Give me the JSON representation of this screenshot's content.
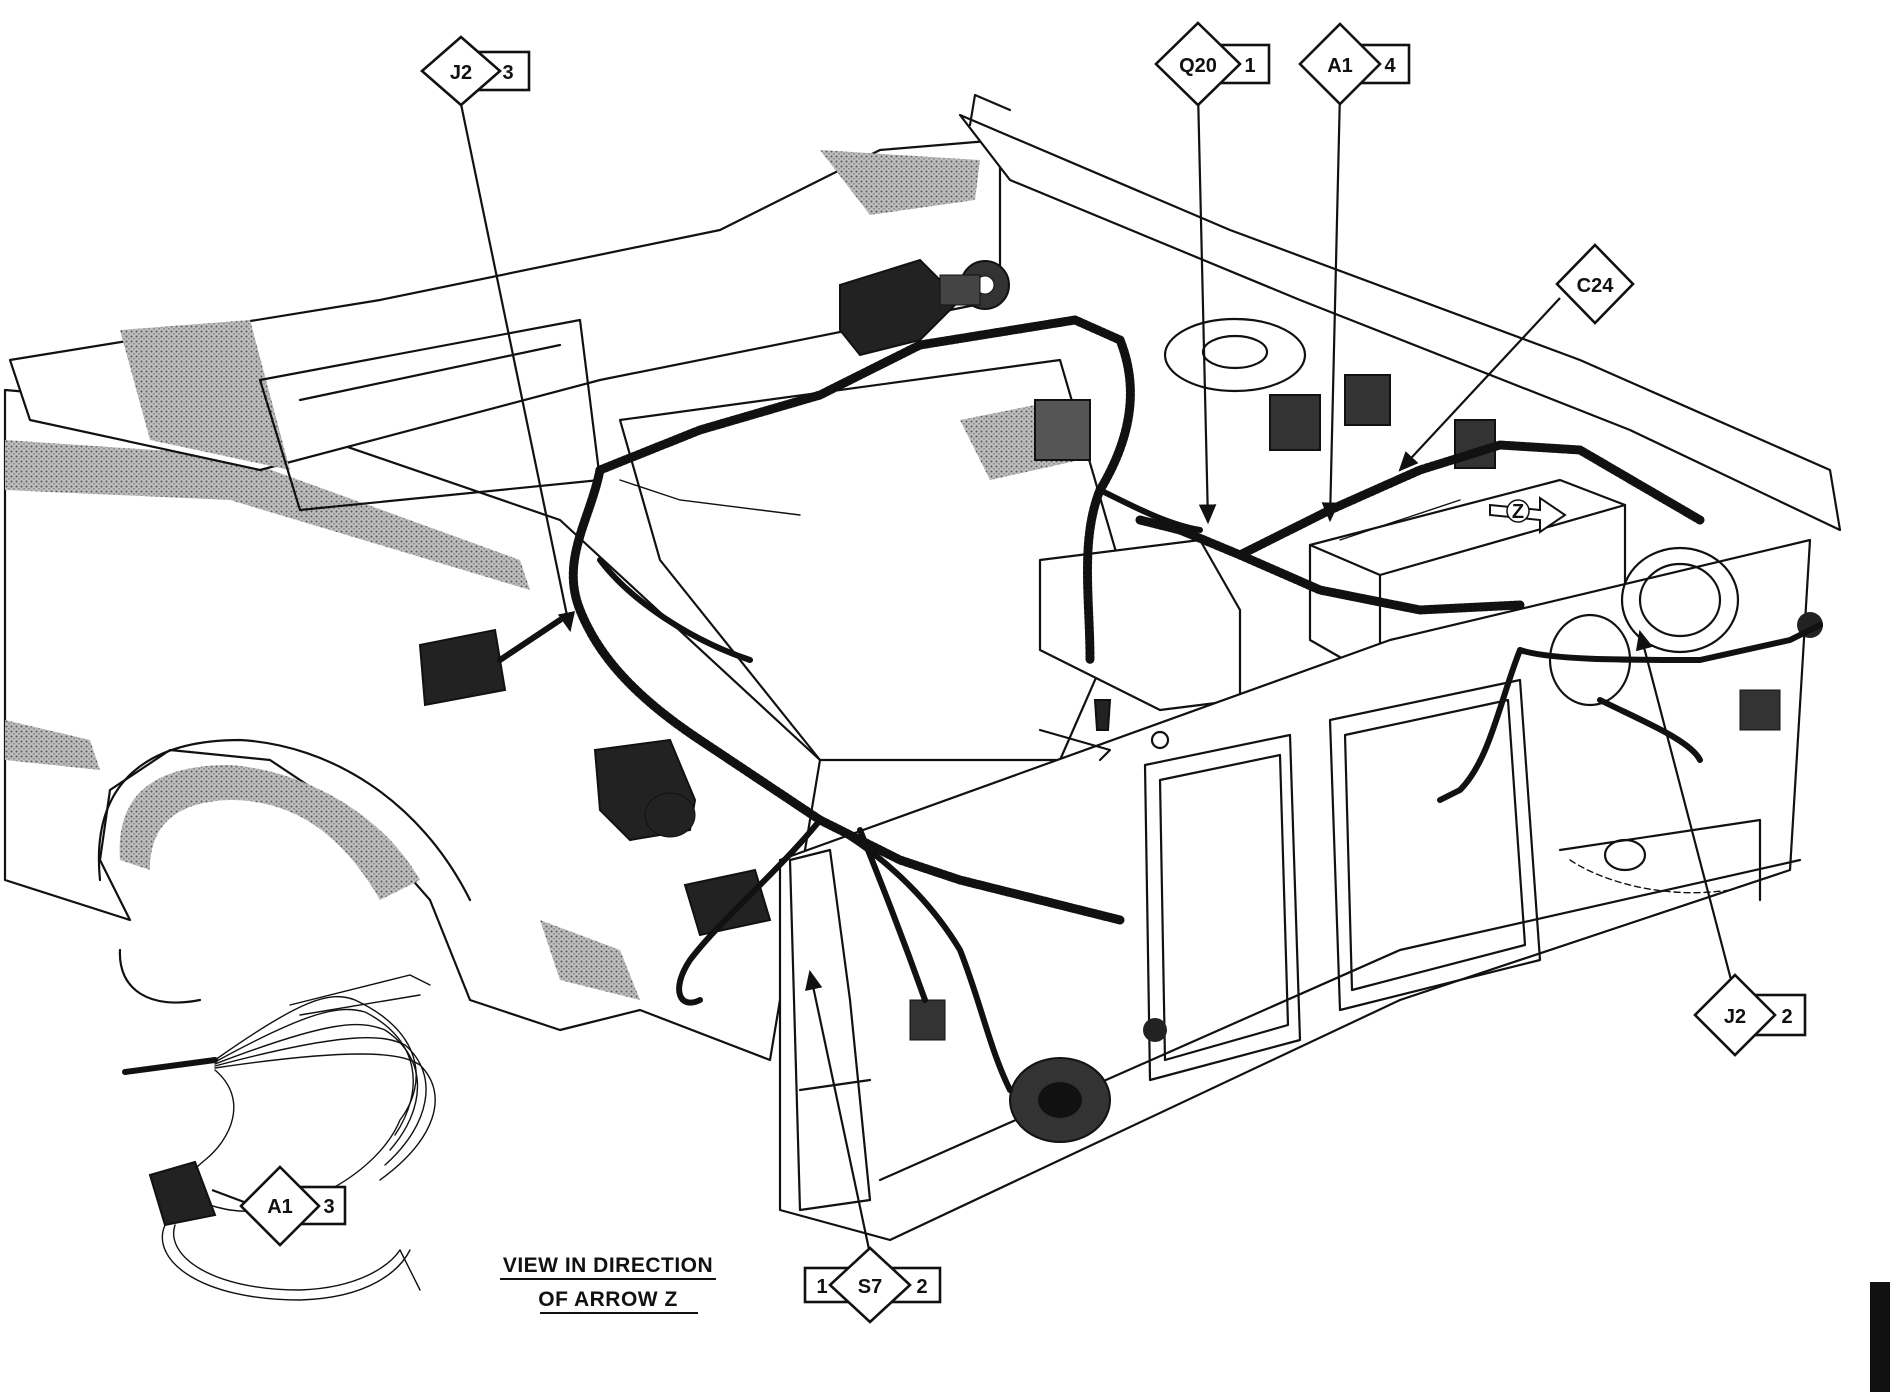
{
  "callouts": {
    "j2_3": {
      "code": "J2",
      "pin": "3"
    },
    "q20_1": {
      "code": "Q20",
      "pin": "1"
    },
    "a1_4": {
      "code": "A1",
      "pin": "4"
    },
    "c24": {
      "code": "C24"
    },
    "j2_2": {
      "code": "J2",
      "pin": "2"
    },
    "s7": {
      "code": "S7",
      "pin_left": "1",
      "pin_right": "2"
    },
    "a1_3": {
      "code": "A1",
      "pin": "3"
    }
  },
  "arrow_marker": "Z",
  "caption": {
    "line1": "VIEW IN DIRECTION",
    "line2": "OF ARROW Z"
  }
}
